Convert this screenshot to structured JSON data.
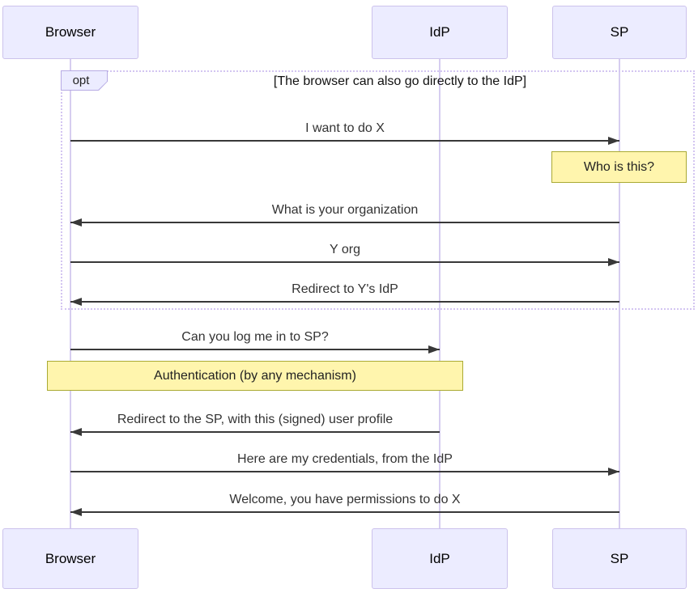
{
  "diagram": {
    "type": "sequence-diagram",
    "actors": [
      {
        "id": "browser",
        "label": "Browser"
      },
      {
        "id": "idp",
        "label": "IdP"
      },
      {
        "id": "sp",
        "label": "SP"
      }
    ],
    "opt_frame": {
      "label": "opt",
      "condition": "[The browser can also go directly to the IdP]"
    },
    "messages": [
      {
        "from": "Browser",
        "to": "SP",
        "text": "I want to do X"
      },
      {
        "from": "SP",
        "to": "Browser",
        "text": "What is your organization"
      },
      {
        "from": "Browser",
        "to": "SP",
        "text": "Y org"
      },
      {
        "from": "SP",
        "to": "Browser",
        "text": "Redirect to Y's IdP"
      },
      {
        "from": "Browser",
        "to": "IdP",
        "text": "Can you log me in to SP?"
      },
      {
        "from": "IdP",
        "to": "Browser",
        "text": "Redirect to the SP, with this (signed) user profile"
      },
      {
        "from": "Browser",
        "to": "SP",
        "text": "Here are my credentials, from the IdP"
      },
      {
        "from": "SP",
        "to": "Browser",
        "text": "Welcome, you have permissions to do X"
      }
    ],
    "notes": [
      {
        "over": "SP",
        "text": "Who is this?"
      },
      {
        "over": "Browser,IdP",
        "text": "Authentication (by any mechanism)"
      }
    ],
    "colors": {
      "actor_fill": "#ececff",
      "actor_border": "#ccc2ec",
      "label_border": "#b7abe4",
      "note_fill": "#fff5ad",
      "note_border": "#aaaa33",
      "msg_line": "#383838",
      "msg_text": "#333333",
      "lifeline": "#d6cdf0",
      "frame_border": "#d3c5f1"
    }
  }
}
